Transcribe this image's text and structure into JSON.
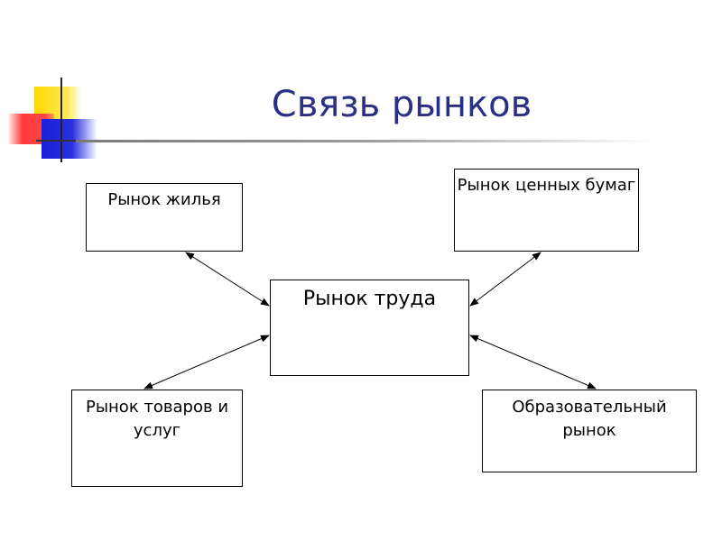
{
  "slide": {
    "title": "Связь рынков"
  },
  "boxes": {
    "housing": "Рынок жилья",
    "securities": "Рынок ценных бумаг",
    "labor": "Рынок труда",
    "goods": "Рынок товаров и услуг",
    "education": "Образовательный рынок"
  },
  "connections": [
    {
      "from": "labor",
      "to": "housing",
      "direction": "both"
    },
    {
      "from": "labor",
      "to": "securities",
      "direction": "both"
    },
    {
      "from": "labor",
      "to": "goods",
      "direction": "both"
    },
    {
      "from": "labor",
      "to": "education",
      "direction": "both"
    }
  ],
  "colors": {
    "title": "#2b2f86",
    "deco_yellow": "#ffd800",
    "deco_red": "#ff3a3a",
    "deco_blue": "#1c1fd6"
  }
}
